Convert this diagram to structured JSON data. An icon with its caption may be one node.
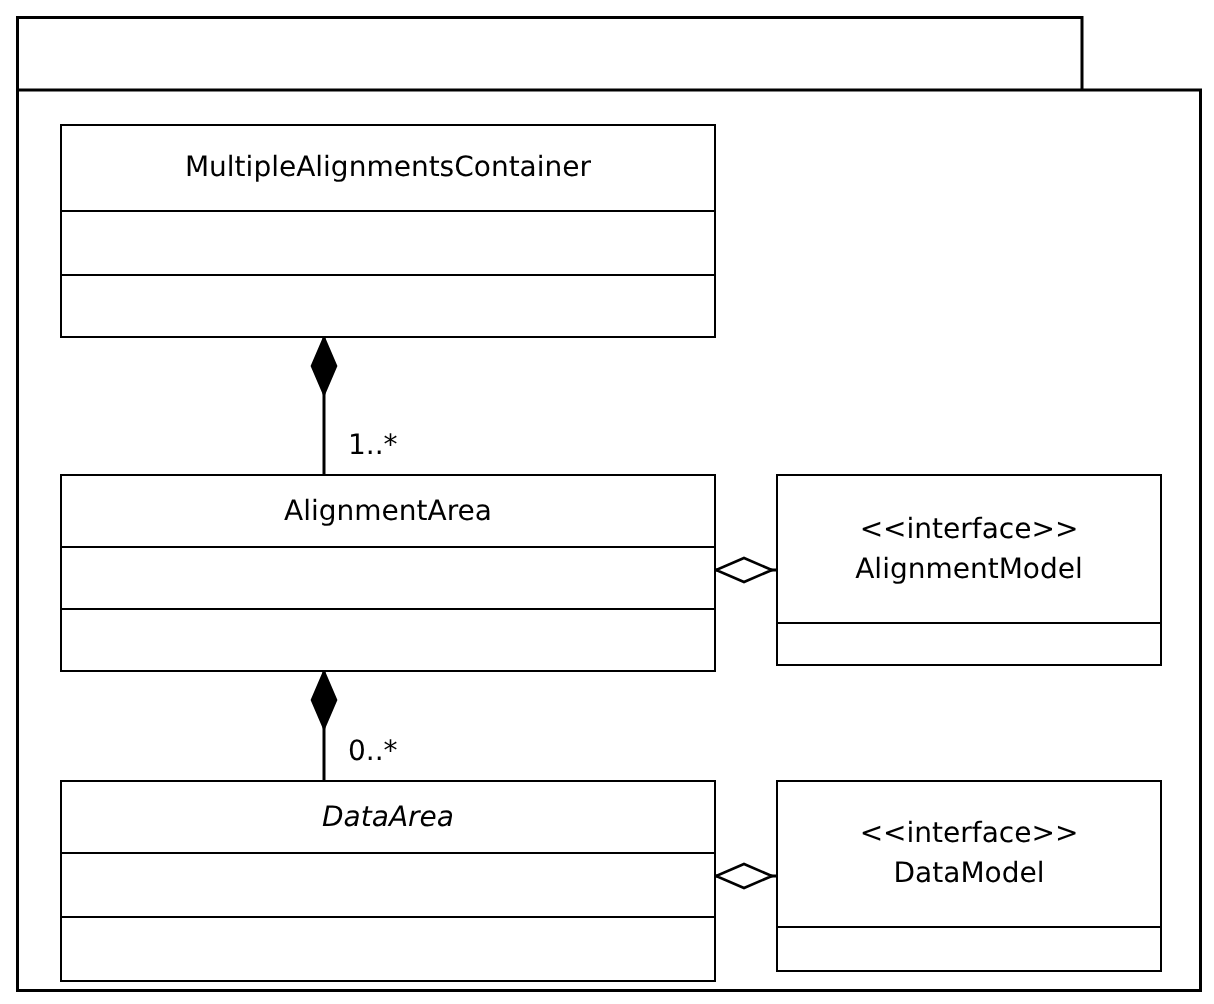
{
  "diagram": {
    "nodes": [
      {
        "text": [],
        "shape": "box"
      },
      {
        "text": [
          "MultipleAlignmentsContainer"
        ],
        "in": 0
      },
      {
        "text": [
          "AlignmentArea"
        ],
        "in": 0
      },
      {
        "text": [
          "<<interface>>",
          "AlignmentModel"
        ],
        "in": 0
      },
      {
        "text": [
          "DataArea"
        ],
        "in": 0
      },
      {
        "text": [
          "<<interface>>",
          "DataModel"
        ],
        "in": 0
      }
    ],
    "edges": [
      {
        "from": 2,
        "to": 1,
        "arrow": "other",
        "label": "1..*"
      },
      {
        "from": 3,
        "to": 2,
        "arrow": "other"
      },
      {
        "from": 4,
        "to": 2,
        "arrow": "other",
        "label": "0..*"
      },
      {
        "from": 5,
        "to": 4,
        "arrow": "other"
      }
    ]
  }
}
